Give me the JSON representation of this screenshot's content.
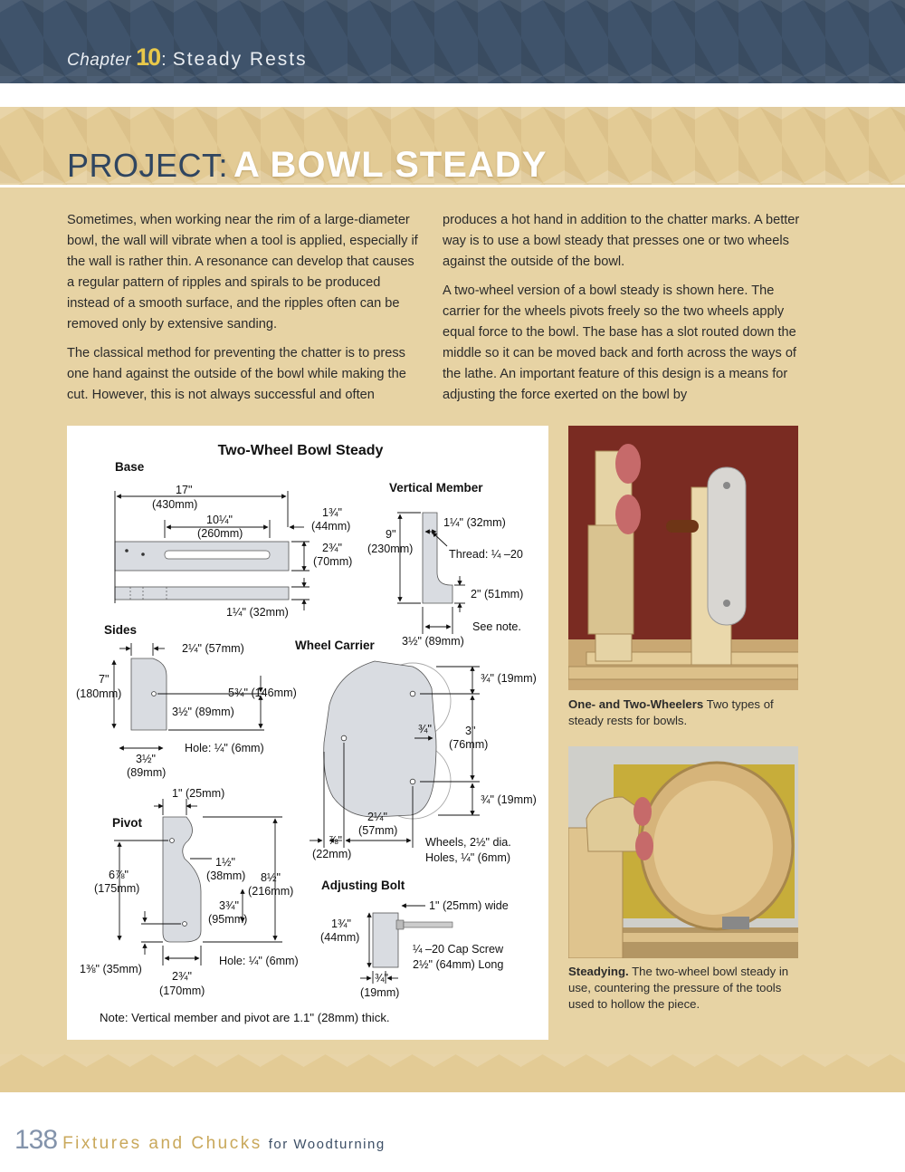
{
  "header": {
    "chapter_word": "Chapter",
    "chapter_number": "10",
    "chapter_colon": ":",
    "chapter_title": "Steady Rests"
  },
  "project": {
    "prefix": "PROJECT:",
    "name": "A BOWL STEADY"
  },
  "body": {
    "left_p1": "Sometimes, when working near the rim of a large-diameter bowl, the wall will vibrate when a tool is applied, especially if the wall is rather thin. A resonance can develop that causes a regular pattern of ripples and spirals to be produced instead of a smooth surface, and the ripples often can be removed only by extensive sanding.",
    "left_p2": "The classical method for preventing the chatter is to press one hand against the outside of the bowl while making the cut. However, this is not always successful and often",
    "right_p1": "produces a hot hand in addition to the chatter marks. A better way is to use a bowl steady that presses one or two wheels against the outside of the bowl.",
    "right_p2": "A two-wheel version of a bowl steady is shown here. The carrier for the wheels pivots freely so the two wheels apply equal force to the bowl. The base has a slot routed down the middle so it can be moved back and forth across the ways of the lathe. An important feature of this design is a means for adjusting the force exerted on the bowl by"
  },
  "diagram": {
    "title": "Two-Wheel Bowl Steady",
    "base_label": "Base",
    "base_17": "17\"",
    "base_17_mm": "(430mm)",
    "base_10": "10¼\"",
    "base_10_mm": "(260mm)",
    "base_134": "1¾\"",
    "base_134_mm": "(44mm)",
    "base_234": "2¾\"",
    "base_234_mm": "(70mm)",
    "base_114": "1¼\" (32mm)",
    "vert_label": "Vertical Member",
    "vert_9": "9\"",
    "vert_9_mm": "(230mm)",
    "vert_114": "1¼\" (32mm)",
    "vert_thread": "Thread: ¼ –20",
    "vert_2": "2\" (51mm)",
    "vert_note": "See note.",
    "vert_312": "3½\" (89mm)",
    "sides_label": "Sides",
    "sides_214": "2¼\" (57mm)",
    "sides_7": "7\"",
    "sides_7_mm": "(180mm)",
    "sides_534": "5¾\" (146mm)",
    "sides_312": "3½\" (89mm)",
    "sides_hole": "Hole: ¼\" (6mm)",
    "sides_312b": "3½\"",
    "sides_312b_mm": "(89mm)",
    "wc_label": "Wheel Carrier",
    "wc_34a": "¾\" (19mm)",
    "wc_34mid": "¾\"",
    "wc_3": "3\"",
    "wc_3_mm": "(76mm)",
    "wc_34b": "¾\" (19mm)",
    "wc_214": "2¼\"",
    "wc_214_mm": "(57mm)",
    "wc_78": "⅞\"",
    "wc_78_mm": "(22mm)",
    "wc_wheels": "Wheels, 2½\" dia.",
    "wc_holes": "Holes, ¼\" (6mm)",
    "pivot_label": "Pivot",
    "pivot_1": "1\" (25mm)",
    "pivot_678": "6⅞\"",
    "pivot_678_mm": "(175mm)",
    "pivot_112": "1½\"",
    "pivot_112_mm": "(38mm)",
    "pivot_812": "8½\"",
    "pivot_812_mm": "(216mm)",
    "pivot_334": "3¾\"",
    "pivot_334_mm": "(95mm)",
    "pivot_hole": "Hole: ¼\" (6mm)",
    "pivot_138": "1⅜\" (35mm)",
    "pivot_234": "2¾\"",
    "pivot_234_mm": "(170mm)",
    "ab_label": "Adjusting Bolt",
    "ab_1": "1\" (25mm) wide",
    "ab_134": "1¾\"",
    "ab_134_mm": "(44mm)",
    "ab_cap": "¼ –20 Cap Screw",
    "ab_long": "2½\" (64mm) Long",
    "ab_34": "¾\"",
    "ab_34_mm": "(19mm)",
    "note": "Note: Vertical member and pivot are 1.1\" (28mm) thick."
  },
  "captions": {
    "c1_bold": "One- and Two-Wheelers",
    "c1_text": " Two types of steady rests for bowls.",
    "c2_bold": "Steadying.",
    "c2_text": " The two-wheel bowl steady in use, countering the pressure of the tools used to hollow the piece."
  },
  "footer": {
    "page_number": "138",
    "book_main": "Fixtures and Chucks",
    "book_sub": "for Woodturning"
  }
}
